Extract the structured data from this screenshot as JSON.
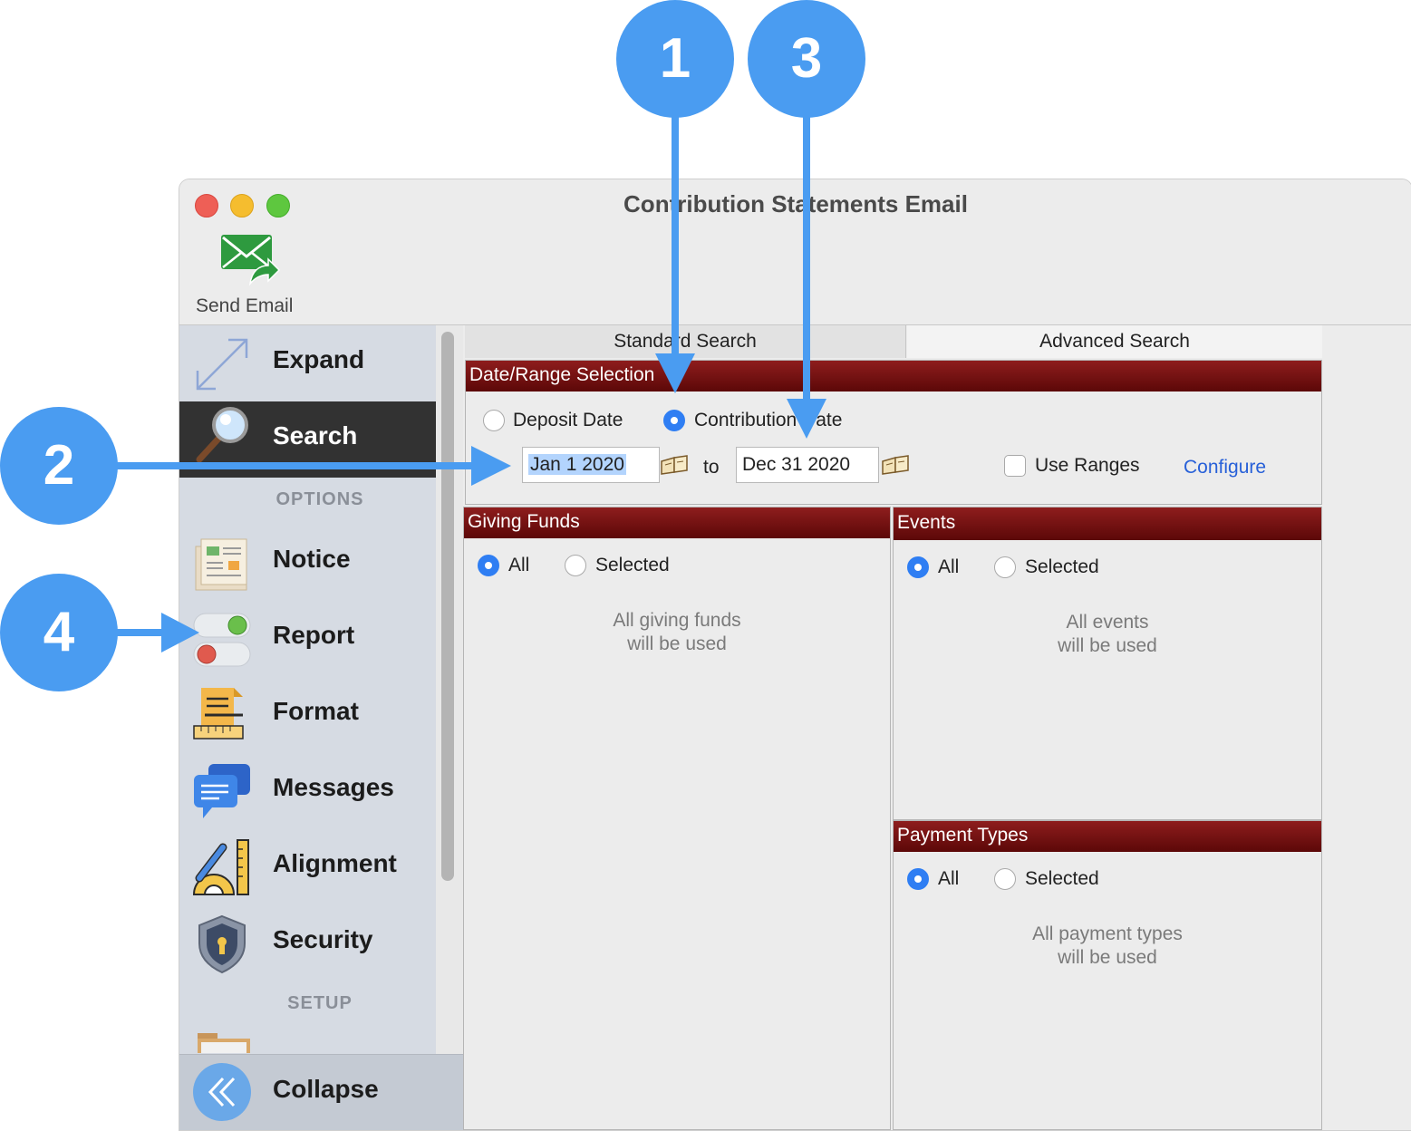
{
  "window": {
    "title": "Contribution Statements Email"
  },
  "toolbar": {
    "send_email_label": "Send Email"
  },
  "sidebar": {
    "expand_label": "Expand",
    "search_label": "Search",
    "options_header": "OPTIONS",
    "items": [
      {
        "label": "Notice",
        "icon": "newspaper-icon"
      },
      {
        "label": "Report",
        "icon": "toggle-switch-icon"
      },
      {
        "label": "Format",
        "icon": "format-ruler-icon"
      },
      {
        "label": "Messages",
        "icon": "chat-bubbles-icon"
      },
      {
        "label": "Alignment",
        "icon": "drafting-tools-icon"
      },
      {
        "label": "Security",
        "icon": "shield-lock-icon"
      }
    ],
    "setup_header": "SETUP",
    "collapse_label": "Collapse"
  },
  "tabs": [
    {
      "label": "Standard Search",
      "active": true
    },
    {
      "label": "Advanced Search",
      "active": false
    }
  ],
  "date_range": {
    "header": "Date/Range Selection",
    "deposit_label": "Deposit Date",
    "contribution_label": "Contribution Date",
    "selected": "contribution",
    "start_date": "Jan 1 2020",
    "to_label": "to",
    "end_date": "Dec 31 2020",
    "use_ranges_label": "Use Ranges",
    "use_ranges_checked": false,
    "configure_label": "Configure"
  },
  "giving_funds": {
    "header": "Giving Funds",
    "all_label": "All",
    "selected_label": "Selected",
    "note_line1": "All giving funds",
    "note_line2": "will be used"
  },
  "events": {
    "header": "Events",
    "all_label": "All",
    "selected_label": "Selected",
    "note_line1": "All events",
    "note_line2": "will be used"
  },
  "payment_types": {
    "header": "Payment Types",
    "all_label": "All",
    "selected_label": "Selected",
    "note_line1": "All payment types",
    "note_line2": "will be used"
  },
  "annotations": {
    "callout_1": "1",
    "callout_2": "2",
    "callout_3": "3",
    "callout_4": "4",
    "color": "#4a9cf1"
  },
  "colors": {
    "panel_header": "#7a1212",
    "radio_selected": "#2f7ef3",
    "link": "#2760d8",
    "sidebar_active": "#323232"
  }
}
